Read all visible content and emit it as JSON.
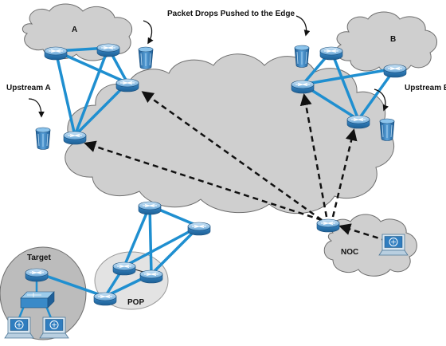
{
  "title": "Packet Drops Pushed to the Edge",
  "labels": {
    "cloud_a": "A",
    "cloud_b": "B",
    "upstream_a": "Upstream A",
    "upstream_b": "Upstream B",
    "noc": "NOC",
    "pop": "POP",
    "target": "Target"
  },
  "icons": {
    "router": "router-icon",
    "bin": "bit-bucket-icon",
    "switch": "switch-icon",
    "workstation": "workstation-icon"
  },
  "colors": {
    "link": "#1f8fd0",
    "router_body": "#3f8fc9",
    "cloud_fill": "#cfcfcf",
    "cloud_stroke": "#6e6e6e",
    "target_fill": "#bcbcbc",
    "pop_fill": "#e3e3e3",
    "dashed_arrow": "#111111"
  }
}
